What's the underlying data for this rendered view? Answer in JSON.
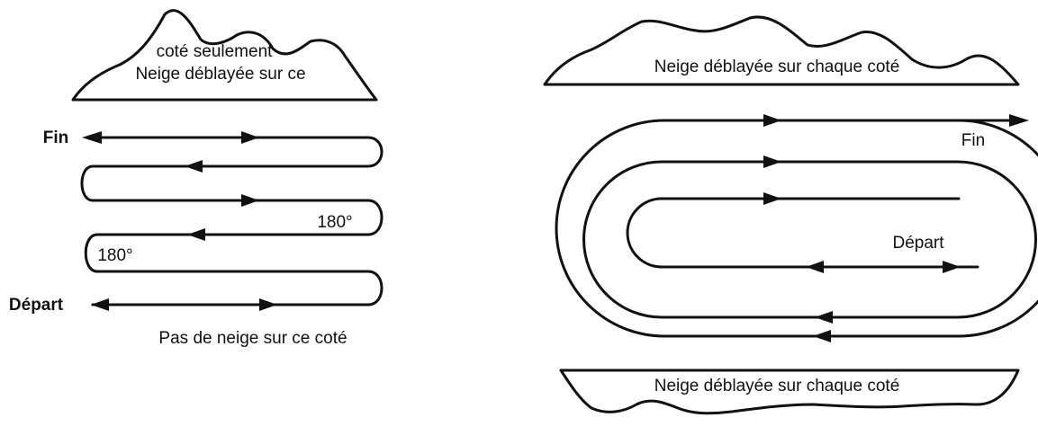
{
  "left_panel": {
    "snow_note": "Neige déblayée sur ce",
    "snow_note_line2": "coté seulement",
    "fin_label": "Fin",
    "depart_label": "Départ",
    "turn_label_upper": "180°",
    "turn_label_lower": "180°",
    "no_snow_note": "Pas de neige sur ce coté"
  },
  "right_panel": {
    "top_snow_note": "Neige déblayée sur chaque coté",
    "fin_label": "Fin",
    "depart_label": "Départ",
    "bottom_snow_note": "Neige déblayée sur chaque coté"
  }
}
